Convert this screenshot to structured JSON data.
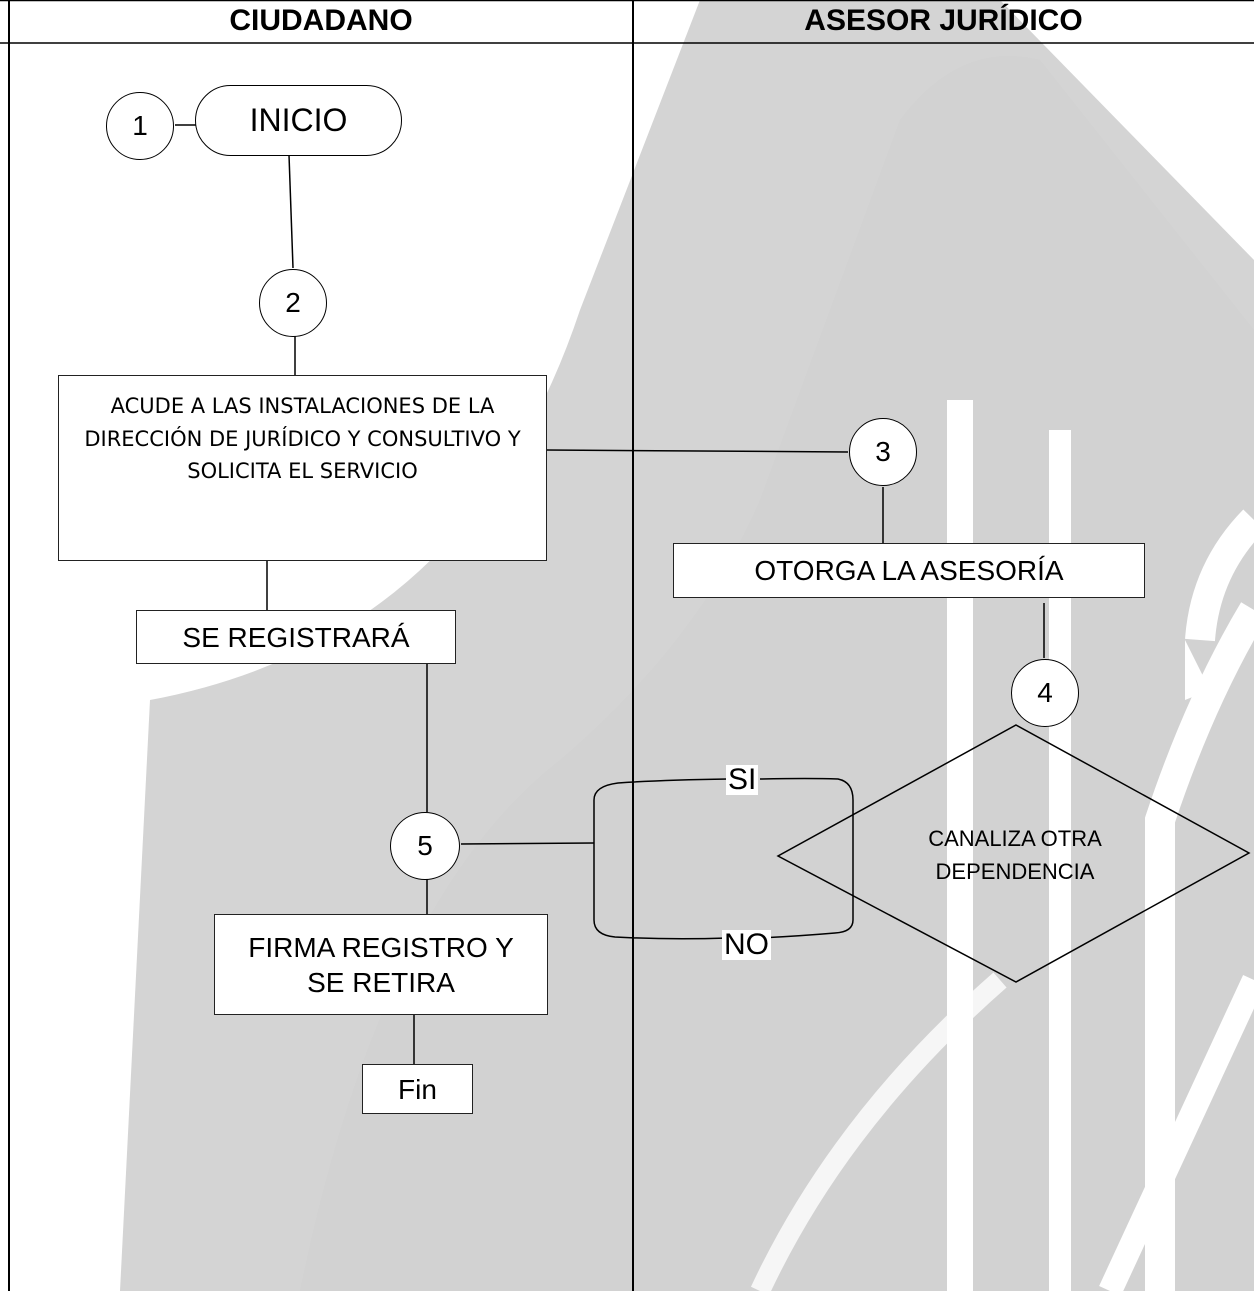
{
  "swimlanes": {
    "left_title": "CIUDADANO",
    "right_title": "ASESOR JURÍDICO"
  },
  "nodes": {
    "step1": "1",
    "inicio": "INICIO",
    "step2": "2",
    "acude": "ACUDE A LAS INSTALACIONES DE LA DIRECCIÓN DE JURÍDICO Y CONSULTIVO Y SOLICITA EL SERVICIO",
    "registrara": "SE REGISTRARÁ",
    "step3": "3",
    "otorga": "OTORGA LA ASESORÍA",
    "step4": "4",
    "decision": "CANALIZA OTRA DEPENDENCIA",
    "step5": "5",
    "firma": "FIRMA REGISTRO Y SE RETIRA",
    "fin": "Fin"
  },
  "edges": {
    "si": "SI",
    "no": "NO"
  },
  "colors": {
    "watermark": "#d4d4d4",
    "line": "#000000"
  }
}
